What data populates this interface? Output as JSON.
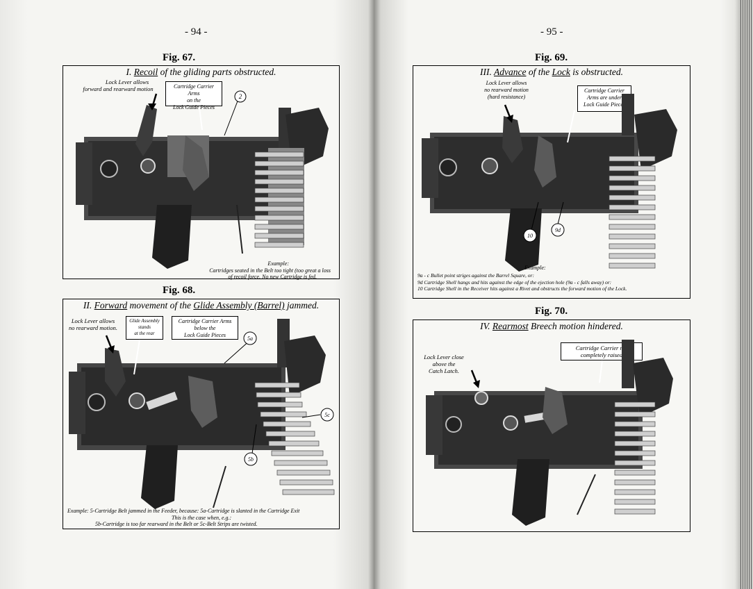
{
  "left_page": {
    "page_number": "- 94 -",
    "fig67": {
      "caption": "Fig. 67.",
      "title_prefix": "I. ",
      "title_u": "Recoil",
      "title_rest": " of the gliding parts obstructed.",
      "label_lever_1": "Lock Lever allows",
      "label_lever_2": "forward and rearward motion",
      "box_carrier_1": "Cartridge Carrier Arms",
      "box_carrier_2": "on the",
      "box_carrier_3": "Lock Guide Pieces",
      "callout": "2",
      "example_1": "Example:",
      "example_2": "Cartridges seated in the Belt too tight (too great a loss",
      "example_3": "of recoil force. No new Cartridge is fed."
    },
    "fig68": {
      "caption": "Fig. 68.",
      "title_prefix": "II. ",
      "title_u1": "Forward",
      "title_mid": " movement of the ",
      "title_u2": "Glide Assembly (Barrel)",
      "title_rest": " jammed.",
      "label_lever_1": "Lock Lever allows",
      "label_lever_2": "no rearward motion.",
      "box_glide_1": "Glide Assembly",
      "box_glide_2": "stands",
      "box_glide_3": "at the rear",
      "box_carrier_1": "Cartridge Carrier Arms",
      "box_carrier_2": "below the",
      "box_carrier_3": "Lock Guide Pieces",
      "callout_a": "5a",
      "callout_b": "5b",
      "callout_c": "5c",
      "example_1": "Example:  5-Cartridge Belt jammed in the Feeder, because:  5a-Cartridge is slanted in the Cartridge Exit",
      "example_2": "This is the case when, e.g.:",
      "example_3": "5b-Cartridge is too far rearward in the Belt or 5c-Belt Strips are twisted."
    }
  },
  "right_page": {
    "page_number": "- 95 -",
    "fig69": {
      "caption": "Fig. 69.",
      "title_prefix": "III. ",
      "title_u1": "Advance",
      "title_mid": " of the ",
      "title_u2": "Lock",
      "title_rest": " is obstructed.",
      "label_lever_1": "Lock Lever allows",
      "label_lever_2": "no rearward motion",
      "label_lever_3": "(hard resistance)",
      "box_carrier_1": "Cartridge Carrier",
      "box_carrier_2": "Arms are under",
      "box_carrier_3": "Lock Guide Pieces",
      "callout_a": "10",
      "callout_b": "9d",
      "example_head": "Example:",
      "example_1": "9a - c  Bullet point striges against the Barrel Square, or:",
      "example_2": "9d        Cartridge Shell hangs and hits against the edge of the ejection hole (9a - c falls away) or:",
      "example_3": "10        Cartridge Shell in the Receiver hits against a Rivet and obstructs the forward motion of the Lock."
    },
    "fig70": {
      "caption": "Fig. 70.",
      "title_prefix": "IV. ",
      "title_u": "Rearmost",
      "title_rest": " Breech motion hindered.",
      "label_lever_1": "Lock Lever close",
      "label_lever_2": "above the",
      "label_lever_3": "Catch Latch.",
      "box_carrier_1": "Cartridge Carrier not",
      "box_carrier_2": "completely raised"
    }
  }
}
